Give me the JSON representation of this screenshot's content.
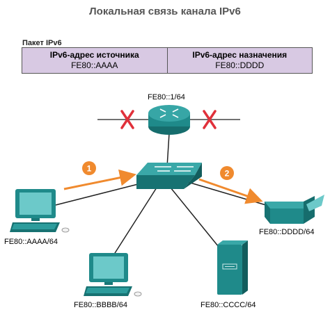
{
  "title": "Локальная связь канала IPv6",
  "packet": {
    "label": "Пакет IPv6",
    "source_header": "IPv6-адрес источника",
    "source_value": "FE80::AAAA",
    "dest_header": "IPv6-адрес назначения",
    "dest_value": "FE80::DDDD"
  },
  "devices": {
    "router": "FE80::1/64",
    "pc_left": "FE80::AAAA/64",
    "pc_bottom": "FE80::BBBB/64",
    "server": "FE80::CCCC/64",
    "printer": "FE80::DDDD/64"
  },
  "steps": [
    "1",
    "2"
  ],
  "colors": {
    "device": "#1f8a8a",
    "arrow": "#f08a2e",
    "cross": "#e0303a",
    "packet_bg": "#d8c9e3"
  }
}
